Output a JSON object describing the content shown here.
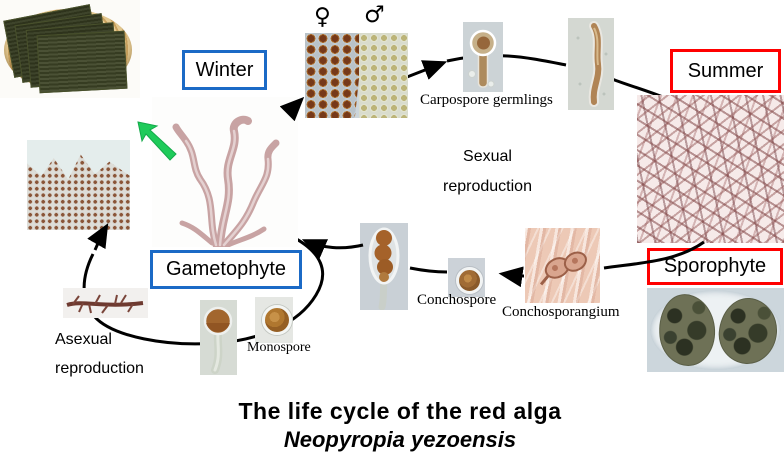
{
  "labels": {
    "winter": "Winter",
    "summer": "Summer",
    "gametophyte": "Gametophyte",
    "sporophyte": "Sporophyte",
    "sexual_line1": "Sexual",
    "sexual_line2": "reproduction",
    "asexual_line1": "Asexual",
    "asexual_line2": "reproduction",
    "carpospore_germlings": "Carpospore germlings",
    "conchospore": "Conchospore",
    "conchosporangium": "Conchosporangium",
    "monospore": "Monospore",
    "female_symbol": "♀",
    "male_symbol": "♂"
  },
  "title": {
    "line1": "The life cycle of the red alga",
    "line2": "Neopyropia yezoensis"
  },
  "colors": {
    "winter_box_border": "#1b6ac6",
    "summer_box_border": "#ff0000",
    "arrow": "#000000",
    "harvest_arrow": "#1ecb5a"
  }
}
